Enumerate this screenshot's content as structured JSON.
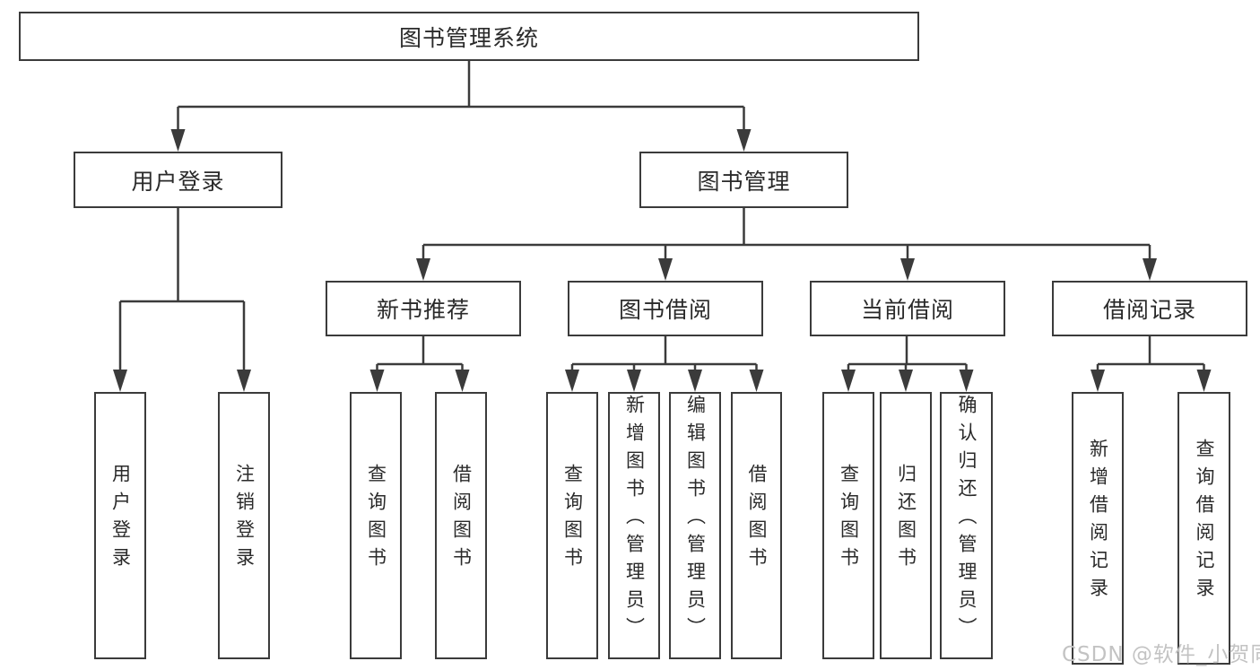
{
  "diagram": {
    "title": "图书管理系统",
    "nodes": {
      "root": "图书管理系统",
      "level2": [
        "用户登录",
        "图书管理"
      ],
      "level3": [
        "新书推荐",
        "图书借阅",
        "当前借阅",
        "借阅记录"
      ],
      "login_children": [
        "用户登录",
        "注销登录"
      ],
      "recommend_children": [
        "查询图书",
        "借阅图书"
      ],
      "borrow_children": [
        "查询图书",
        "新增图书（管理员）",
        "编辑图书（管理员）",
        "借阅图书"
      ],
      "current_children": [
        "查询图书",
        "归还图书",
        "确认归还（管理员）"
      ],
      "records_children": [
        "新增借阅记录",
        "查询借阅记录"
      ]
    },
    "colors": {
      "line": "#3b3b3b",
      "text": "#2a2a2a",
      "background": "#ffffff",
      "watermark": "#c3c3c3"
    }
  },
  "watermark": "CSDN @软件_小贺同学"
}
